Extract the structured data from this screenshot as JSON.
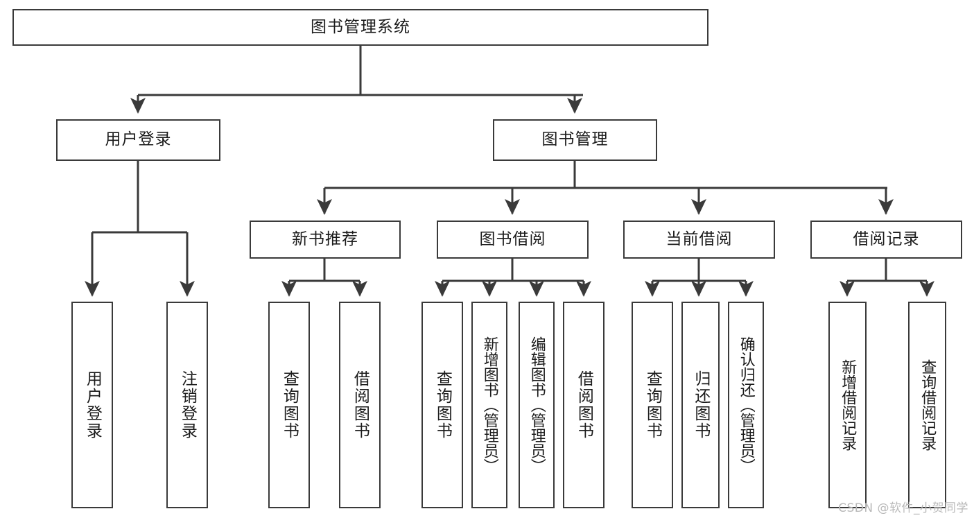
{
  "diagram": {
    "type": "tree-hierarchy",
    "title": "图书管理系统",
    "root": {
      "id": "root",
      "label": "图书管理系统"
    },
    "level2": [
      {
        "id": "user-login",
        "label": "用户登录"
      },
      {
        "id": "book-manage",
        "label": "图书管理"
      }
    ],
    "level3": [
      {
        "id": "new-book-rec",
        "label": "新书推荐",
        "parent": "book-manage"
      },
      {
        "id": "book-borrow",
        "label": "图书借阅",
        "parent": "book-manage"
      },
      {
        "id": "current-borrow",
        "label": "当前借阅",
        "parent": "book-manage"
      },
      {
        "id": "borrow-record",
        "label": "借阅记录",
        "parent": "book-manage"
      }
    ],
    "leaves": [
      {
        "id": "leaf-user-login",
        "label": "用户登录",
        "parent": "user-login"
      },
      {
        "id": "leaf-logout",
        "label": "注销登录",
        "parent": "user-login"
      },
      {
        "id": "leaf-query-book-1",
        "label": "查询图书",
        "parent": "new-book-rec"
      },
      {
        "id": "leaf-borrow-book-1",
        "label": "借阅图书",
        "parent": "new-book-rec"
      },
      {
        "id": "leaf-query-book-2",
        "label": "查询图书",
        "parent": "book-borrow"
      },
      {
        "id": "leaf-add-book",
        "label": "新增图书（管理员）",
        "parent": "book-borrow"
      },
      {
        "id": "leaf-edit-book",
        "label": "编辑图书（管理员）",
        "parent": "book-borrow"
      },
      {
        "id": "leaf-borrow-book-2",
        "label": "借阅图书",
        "parent": "book-borrow"
      },
      {
        "id": "leaf-query-book-3",
        "label": "查询图书",
        "parent": "current-borrow"
      },
      {
        "id": "leaf-return-book",
        "label": "归还图书",
        "parent": "current-borrow"
      },
      {
        "id": "leaf-confirm-return",
        "label": "确认归还（管理员）",
        "parent": "current-borrow"
      },
      {
        "id": "leaf-add-record",
        "label": "新增借阅记录",
        "parent": "borrow-record"
      },
      {
        "id": "leaf-query-record",
        "label": "查询借阅记录",
        "parent": "borrow-record"
      }
    ],
    "colors": {
      "stroke": "#3a3a3a",
      "fill": "#ffffff",
      "text": "#1b1b1b",
      "watermark": "#b9b9b9"
    }
  },
  "watermark": {
    "text": "CSDN @软件_小贺同学"
  }
}
